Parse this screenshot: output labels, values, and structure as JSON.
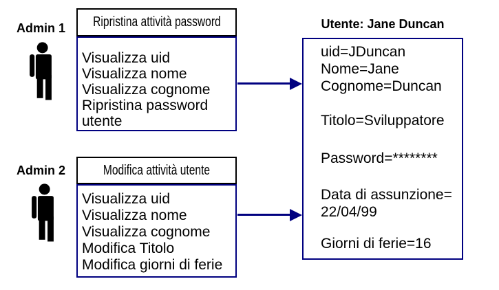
{
  "colors": {
    "accent_navy": "#000080",
    "border_black": "#000000",
    "background": "#ffffff",
    "icon_fill": "#000000"
  },
  "admin1": {
    "label": "Admin 1",
    "box_header": "Ripristina attività password",
    "items": [
      "Visualizza uid",
      "Visualizza nome",
      "Visualizza cognome",
      "Ripristina password utente"
    ]
  },
  "admin2": {
    "label": "Admin 2",
    "box_header": "Modifica attività utente",
    "items": [
      "Visualizza uid",
      "Visualizza nome",
      "Visualizza cognome",
      "Modifica Titolo",
      "Modifica giorni di ferie"
    ]
  },
  "user": {
    "title": "Utente: Jane Duncan",
    "uid": "uid=JDuncan",
    "nome": "Nome=Jane",
    "cognome": "Cognome=Duncan",
    "titolo": "Titolo=Sviluppatore",
    "password": "Password=********",
    "assunzione_label": "Data di assunzione=",
    "assunzione_value": "22/04/99",
    "ferie": "Giorni di ferie=16"
  }
}
